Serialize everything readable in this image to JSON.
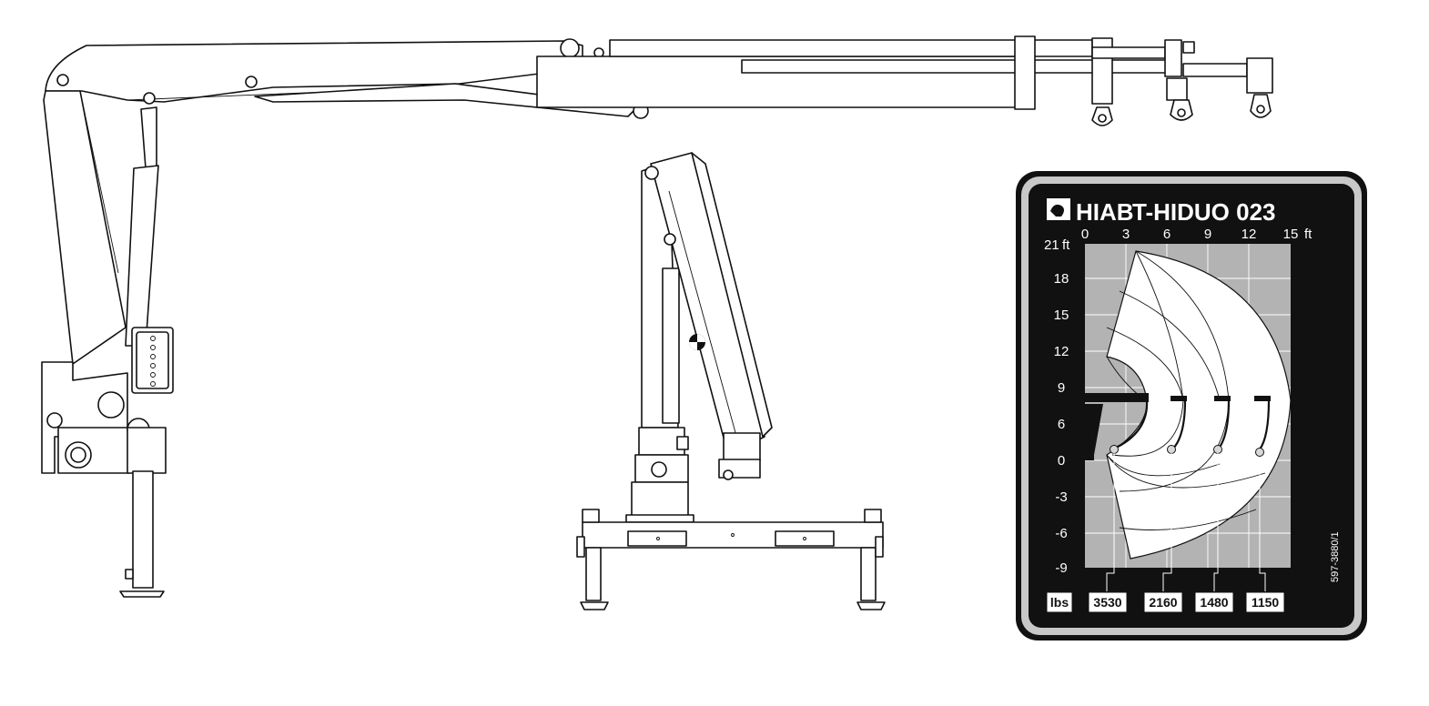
{
  "plate": {
    "brand": "HIAB",
    "model": "T-HIDUO 023",
    "code": "597-3880/1",
    "x_unit": "ft",
    "y_unit": "ft",
    "x_ticks": [
      "0",
      "3",
      "6",
      "9",
      "12",
      "15"
    ],
    "y_ticks": [
      "21",
      "18",
      "15",
      "12",
      "9",
      "6",
      "0",
      "-3",
      "-6",
      "-9"
    ],
    "load_unit": "lbs",
    "loads": [
      "3530",
      "2160",
      "1480",
      "1150"
    ]
  },
  "colors": {
    "plate_black": "#111111",
    "plate_grey": "#b3b3b3",
    "plate_frame": "#c8c8c8",
    "line": "#111111"
  }
}
